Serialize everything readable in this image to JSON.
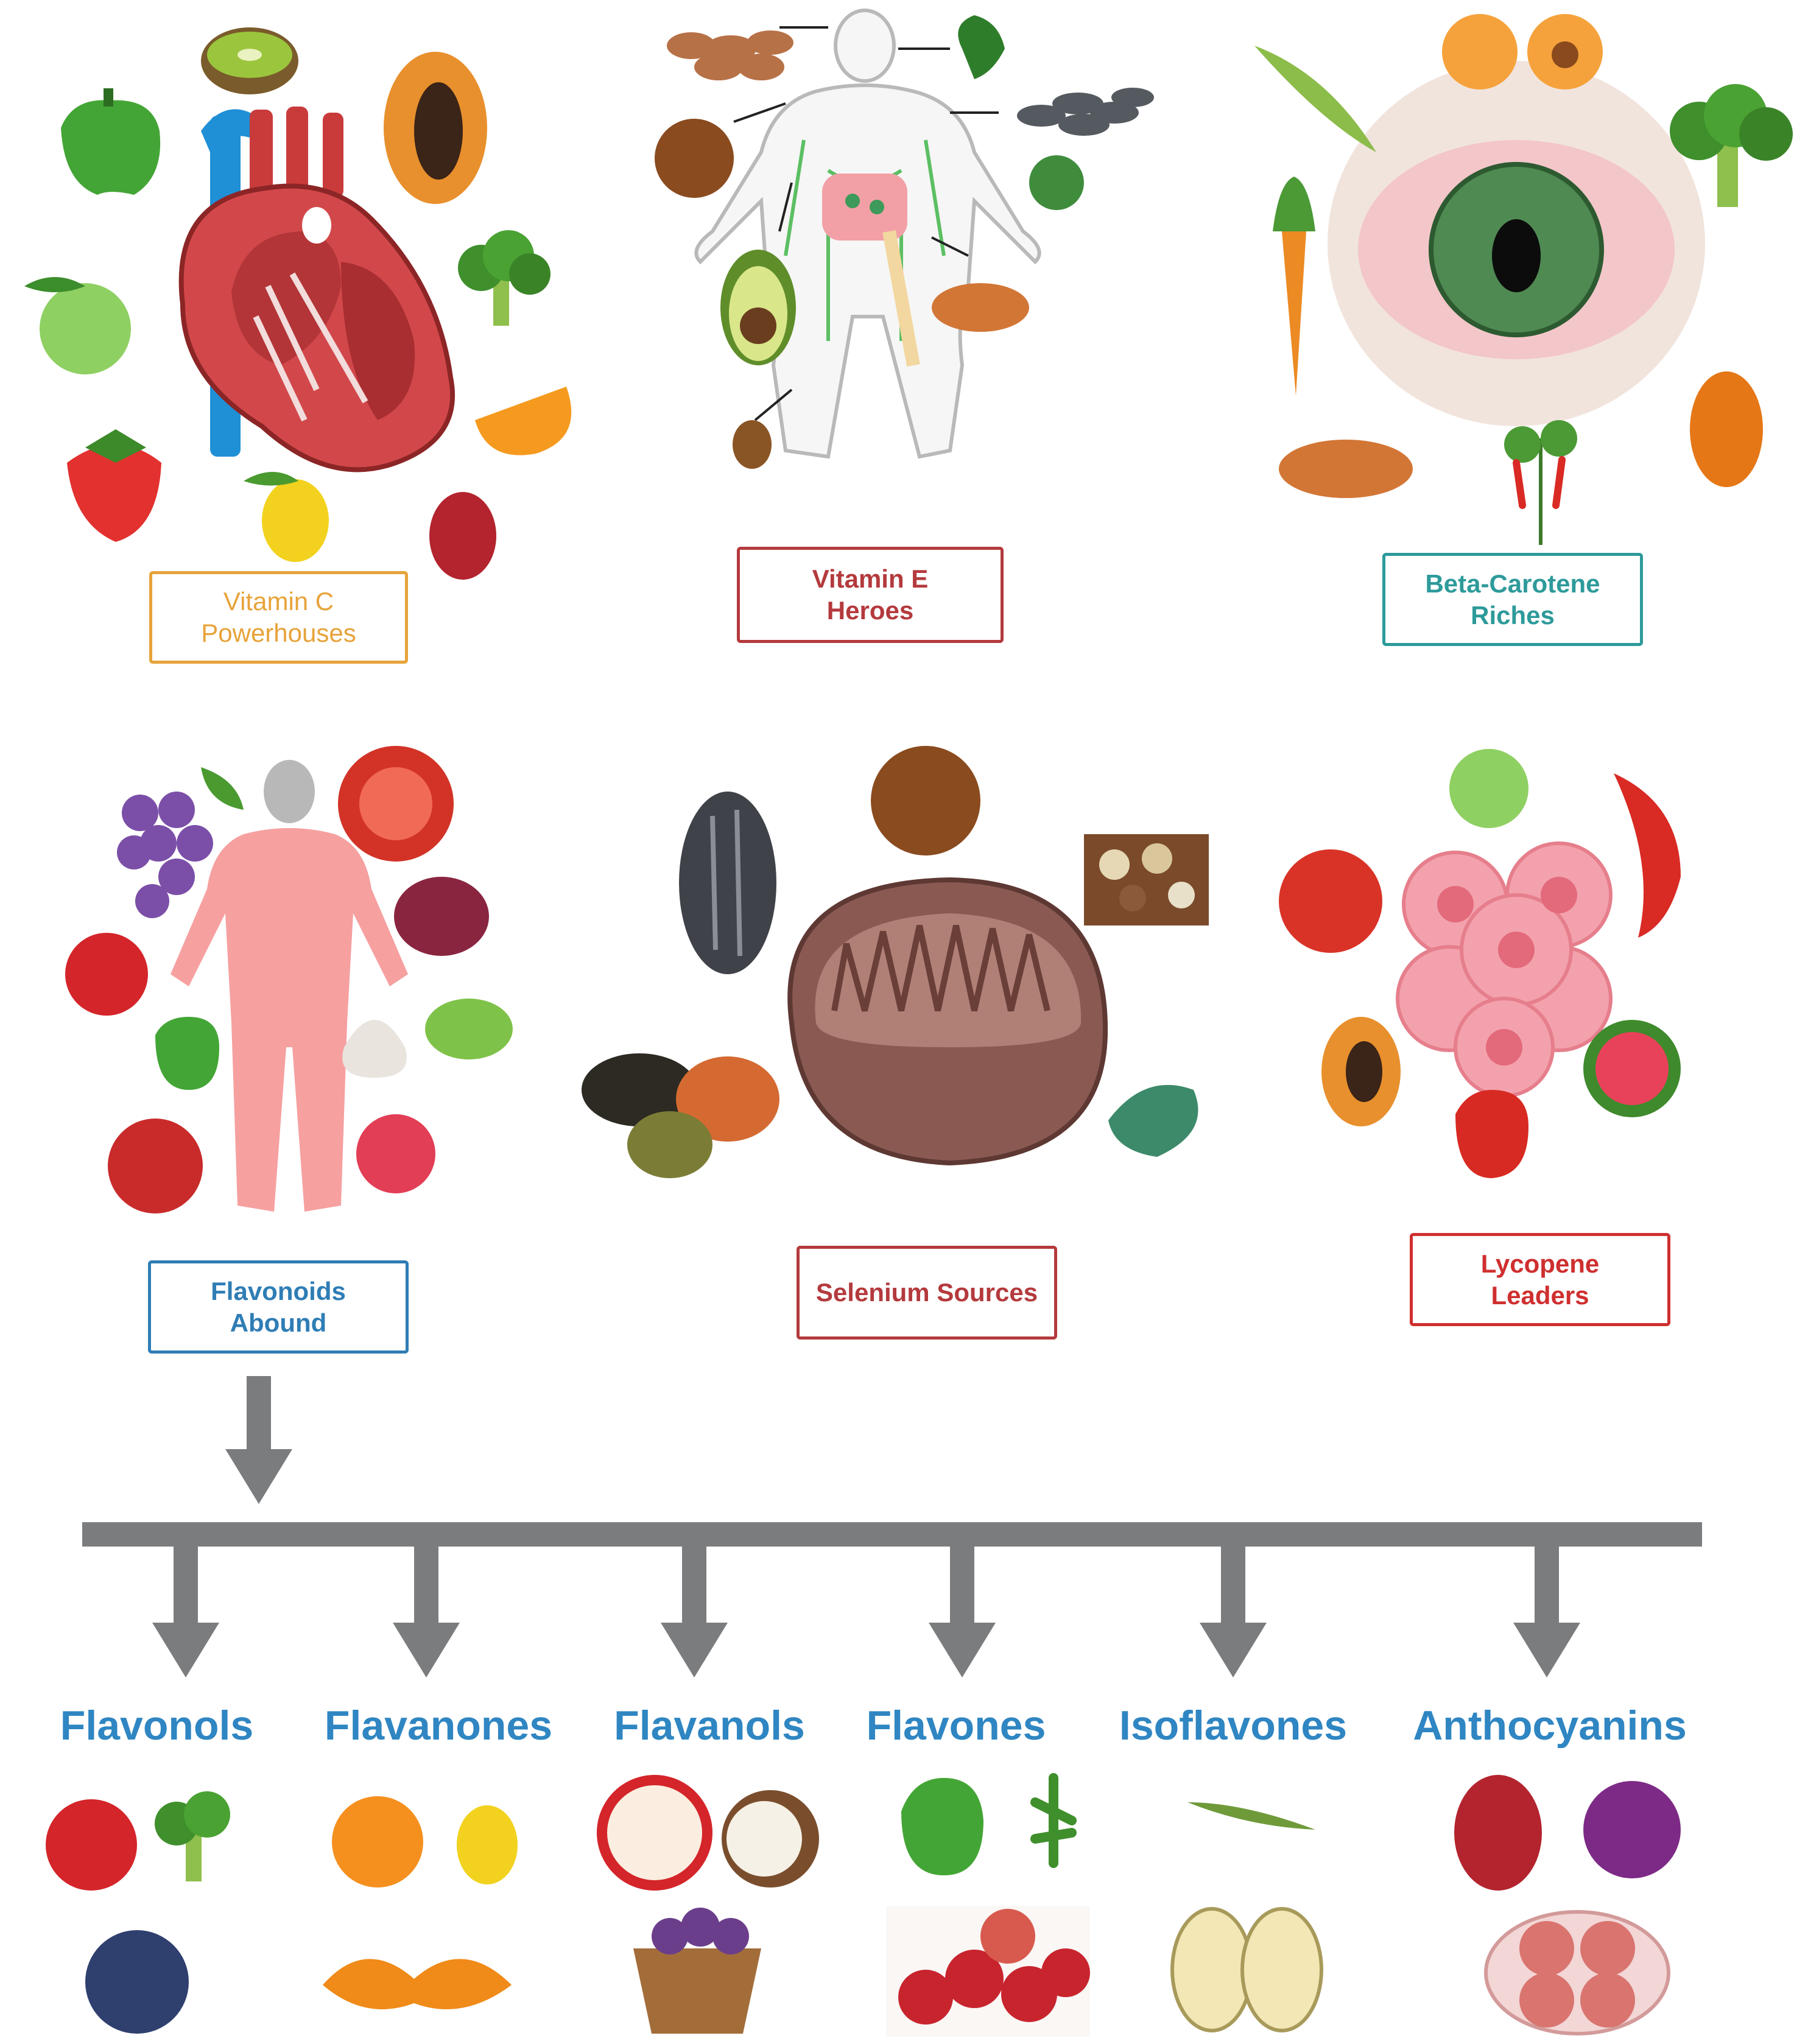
{
  "groups": {
    "vitamin_c": {
      "label": "Vitamin C\nPowerhouses",
      "color": "#e7a33a"
    },
    "vitamin_e": {
      "label": "Vitamin E\nHeroes",
      "color": "#b43a3d"
    },
    "beta_carotene": {
      "label": "Beta-Carotene\nRiches",
      "color": "#2e9a9a"
    },
    "flavonoids": {
      "label": "Flavonoids\nAbound",
      "color": "#2f7db5"
    },
    "selenium": {
      "label": "Selenium Sources",
      "color": "#b43a3d"
    },
    "lycopene": {
      "label": "Lycopene\nLeaders",
      "color": "#cf2f2f"
    }
  },
  "flavonoid_classes": [
    {
      "label": "Flavonols"
    },
    {
      "label": "Flavanones"
    },
    {
      "label": "Flavanols"
    },
    {
      "label": "Flavones"
    },
    {
      "label": "Isoflavones"
    },
    {
      "label": "Anthocyanins"
    }
  ],
  "colors": {
    "arrow": "#7a7c7e",
    "class_text": "#2f86c2"
  }
}
